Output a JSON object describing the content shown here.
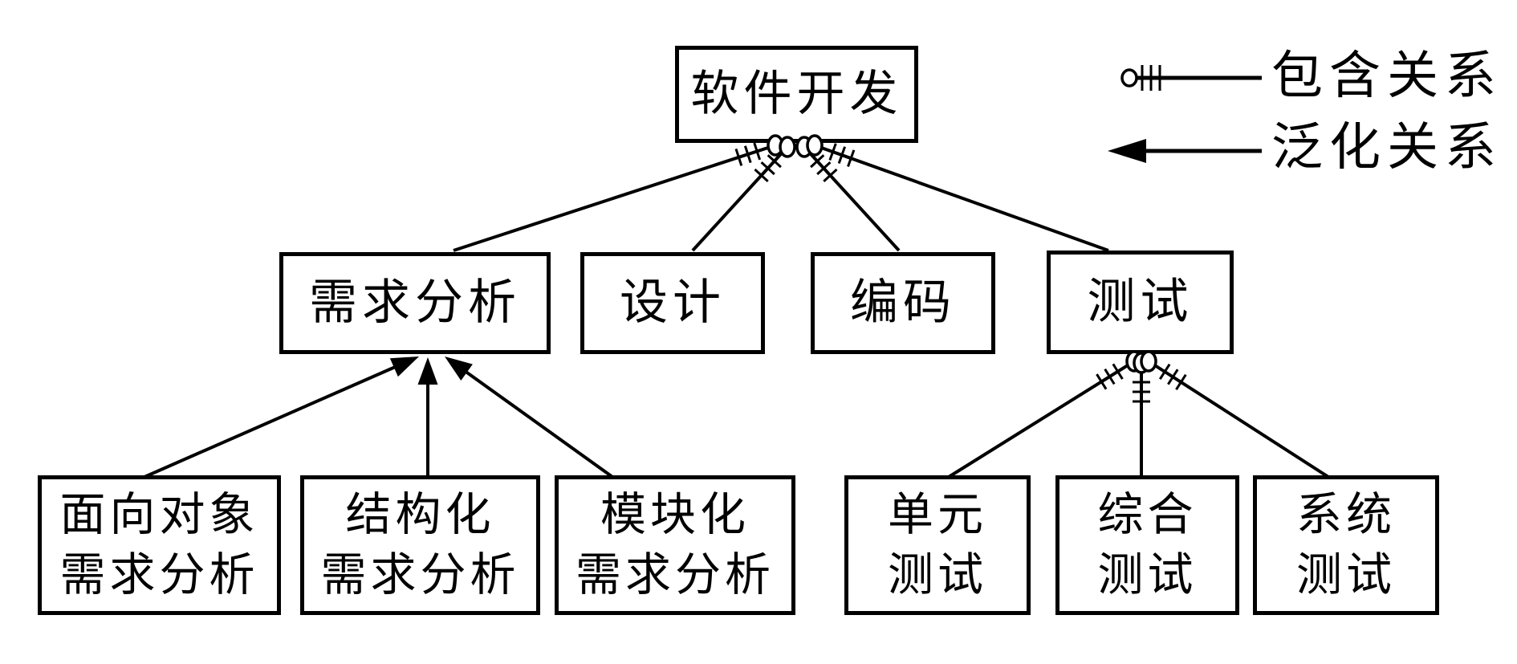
{
  "nodes": {
    "root": {
      "label": "软件开发"
    },
    "req": {
      "label": "需求分析"
    },
    "design": {
      "label": "设计"
    },
    "coding": {
      "label": "编码"
    },
    "testing": {
      "label": "测试"
    },
    "oo_req": {
      "lines": [
        "面向对象",
        "需求分析"
      ]
    },
    "structured_req": {
      "lines": [
        "结构化",
        "需求分析"
      ]
    },
    "modular_req": {
      "lines": [
        "模块化",
        "需求分析"
      ]
    },
    "unit_test": {
      "lines": [
        "单元",
        "测试"
      ]
    },
    "integration_test": {
      "lines": [
        "综合",
        "测试"
      ]
    },
    "system_test": {
      "lines": [
        "系统",
        "测试"
      ]
    }
  },
  "relations": [
    {
      "type": "containment",
      "from": "root",
      "to": "req"
    },
    {
      "type": "containment",
      "from": "root",
      "to": "design"
    },
    {
      "type": "containment",
      "from": "root",
      "to": "coding"
    },
    {
      "type": "containment",
      "from": "root",
      "to": "testing"
    },
    {
      "type": "containment",
      "from": "testing",
      "to": "unit_test"
    },
    {
      "type": "containment",
      "from": "testing",
      "to": "integration_test"
    },
    {
      "type": "containment",
      "from": "testing",
      "to": "system_test"
    },
    {
      "type": "generalization",
      "from": "oo_req",
      "to": "req"
    },
    {
      "type": "generalization",
      "from": "structured_req",
      "to": "req"
    },
    {
      "type": "generalization",
      "from": "modular_req",
      "to": "req"
    }
  ],
  "legend": {
    "containment": {
      "label": "包含关系",
      "symbol": "circle-hatch-line"
    },
    "generalization": {
      "label": "泛化关系",
      "symbol": "filled-left-arrow-line"
    }
  },
  "colors": {
    "ink": "#000000",
    "paper": "#ffffff"
  }
}
